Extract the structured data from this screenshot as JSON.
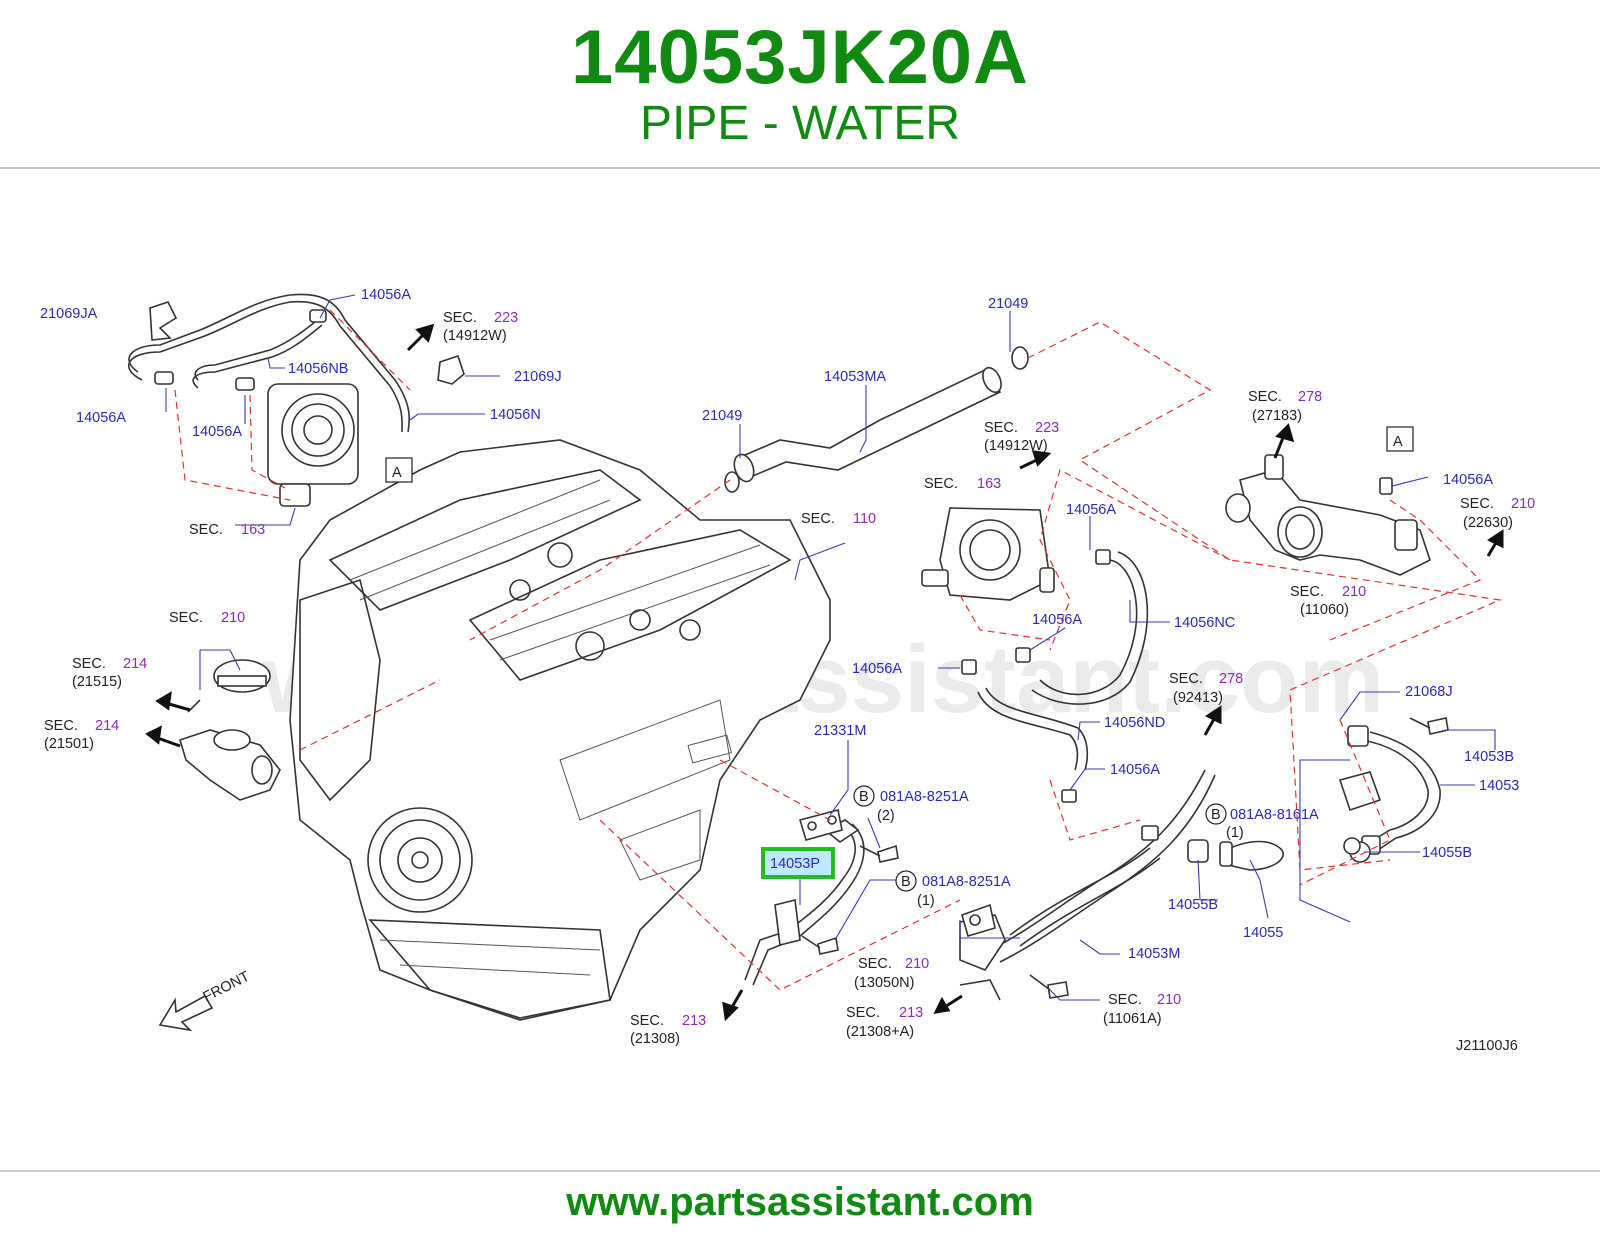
{
  "header": {
    "part_number": "14053JK20A",
    "part_name": "PIPE - WATER"
  },
  "footer": {
    "url": "www.partsassistant.com"
  },
  "watermark": "www.partsassistant.com",
  "diagram": {
    "code": "J21100J6",
    "front_label": "FRONT",
    "highlighted_part": "14053P",
    "highlight_color": "#22bb22",
    "part_labels": {
      "p21069JA": "21069JA",
      "p14056A_top": "14056A",
      "p14056NB": "14056NB",
      "p14056A_left": "14056A",
      "p14056A_mid": "14056A",
      "p21069J": "21069J",
      "p14056N": "14056N",
      "p21049_top": "21049",
      "p14053MA": "14053MA",
      "p21049_mid": "21049",
      "p14056A_tb": "14056A",
      "p14056A_tb2": "14056A",
      "p14056NC": "14056NC",
      "p14056A_tb3": "14056A",
      "p14056ND": "14056ND",
      "p14056A_low": "14056A",
      "p14056A_right": "14056A",
      "p21068J": "21068J",
      "p14053B": "14053B",
      "p14053": "14053",
      "p14055B_r": "14055B",
      "p081A8_8161A": "081A8-8161A",
      "p14055B_l": "14055B",
      "p14055": "14055",
      "p14053M": "14053M",
      "p21331M": "21331M",
      "p081A8_8251A_a": "081A8-8251A",
      "p081A8_8251A_b": "081A8-8251A",
      "p14053P": "14053P"
    },
    "quantities": {
      "q_8161A": "(1)",
      "q_8251A_a": "(2)",
      "q_8251A_b": "(1)"
    },
    "callout_letters": {
      "b1": "B",
      "b2": "B",
      "b3": "B",
      "a1": "A",
      "a2": "A"
    },
    "sections": {
      "sec_label": "SEC.",
      "s223_top": {
        "num": "223",
        "ref": "(14912W)"
      },
      "s163_left": {
        "num": "163",
        "ref": ""
      },
      "s223_mid": {
        "num": "223",
        "ref": "(14912W)"
      },
      "s163_mid": {
        "num": "163",
        "ref": ""
      },
      "s110": {
        "num": "110",
        "ref": ""
      },
      "s278_top": {
        "num": "278",
        "ref": "(27183)"
      },
      "s210_right": {
        "num": "210",
        "ref": "(22630)"
      },
      "s210_11060": {
        "num": "210",
        "ref": "(11060)"
      },
      "s278_mid": {
        "num": "278",
        "ref": "(92413)"
      },
      "s210_left": {
        "num": "210",
        "ref": ""
      },
      "s214_a": {
        "num": "214",
        "ref": "(21515)"
      },
      "s214_b": {
        "num": "214",
        "ref": "(21501)"
      },
      "s213_a": {
        "num": "213",
        "ref": "(21308)"
      },
      "s210_13050N": {
        "num": "210",
        "ref": "(13050N)"
      },
      "s213_b": {
        "num": "213",
        "ref": "(21308+A)"
      },
      "s210_11061A": {
        "num": "210",
        "ref": "(11061A)"
      }
    }
  }
}
